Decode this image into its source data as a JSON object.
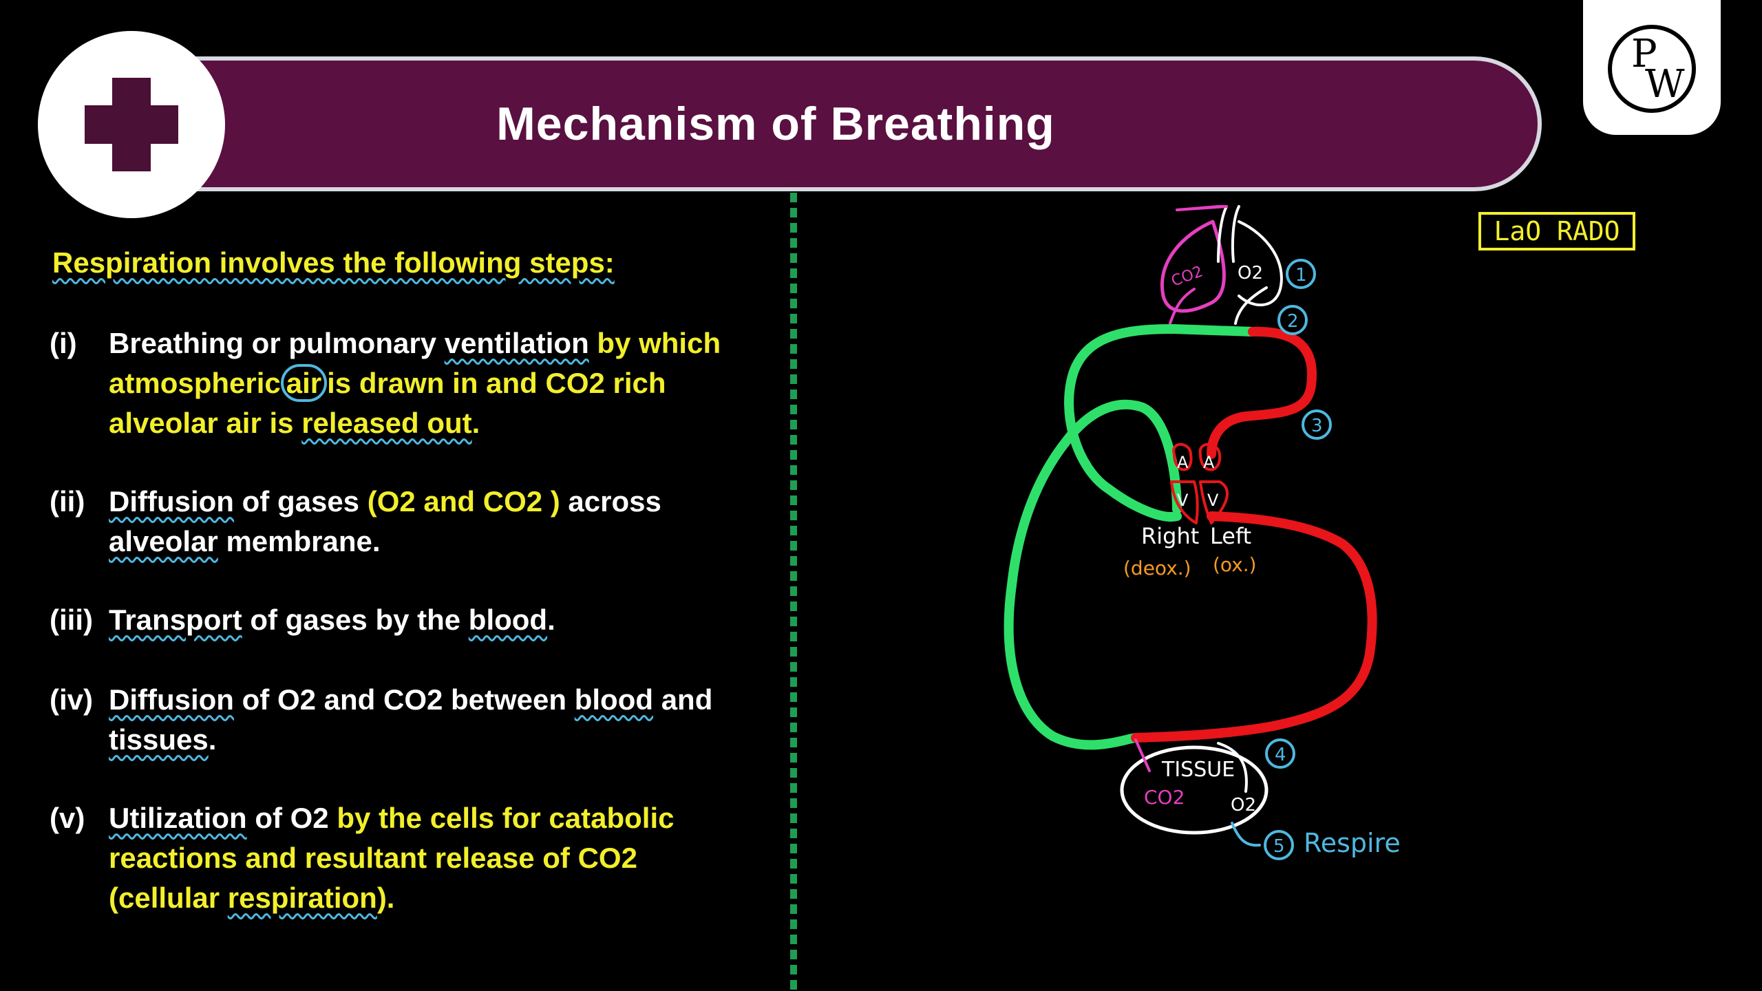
{
  "header": {
    "title": "Mechanism of Breathing"
  },
  "brand": {
    "pw_p": "P",
    "pw_w": "W"
  },
  "intro": "Respiration involves the following steps:",
  "steps": [
    {
      "num": "(i)",
      "parts": [
        "Breathing or pulmonary ",
        "ventilation",
        " by which",
        "atmospheric",
        "air",
        "is drawn in and CO2 rich",
        "alveolar air is ",
        "released out",
        "."
      ]
    },
    {
      "num": "(ii)",
      "parts": [
        "Diffusion",
        " of gases ",
        "(O2 and CO2 )",
        " across",
        "alveolar",
        " membrane."
      ]
    },
    {
      "num": "(iii)",
      "parts": [
        "Transport",
        " of gases by the ",
        "blood",
        "."
      ]
    },
    {
      "num": "(iv)",
      "parts": [
        "Diffusion",
        " of O2 and CO2 between ",
        "blood",
        " and",
        "tissues",
        "."
      ]
    },
    {
      "num": "(v)",
      "parts": [
        "Utilization",
        " of O2 ",
        "by the cells for catabolic",
        "reactions and resultant release of CO2",
        "(cellular ",
        "respiration",
        ")."
      ]
    }
  ],
  "annotation": {
    "lao_rado": "LaO RADO",
    "o2_top": "O2",
    "co2_top": "CO2",
    "right": "Right",
    "left": "Left",
    "deox": "(deox.)",
    "ox": "(ox.)",
    "atrium_a": "A",
    "ventricle_v": "V",
    "tissue": "TISSUE",
    "co2_tissue": "CO2",
    "o2_tissue": "O2",
    "respire": "Respire",
    "n1": "1",
    "n2": "2",
    "n3": "3",
    "n4": "4",
    "n5": "5"
  },
  "colors": {
    "banner": "#5a1040",
    "yellow": "#f2ef2c",
    "green": "#2ee06a",
    "red": "#e8151a",
    "magenta": "#e63fc1",
    "blue": "#4fb8e0",
    "orange": "#f59a23"
  }
}
